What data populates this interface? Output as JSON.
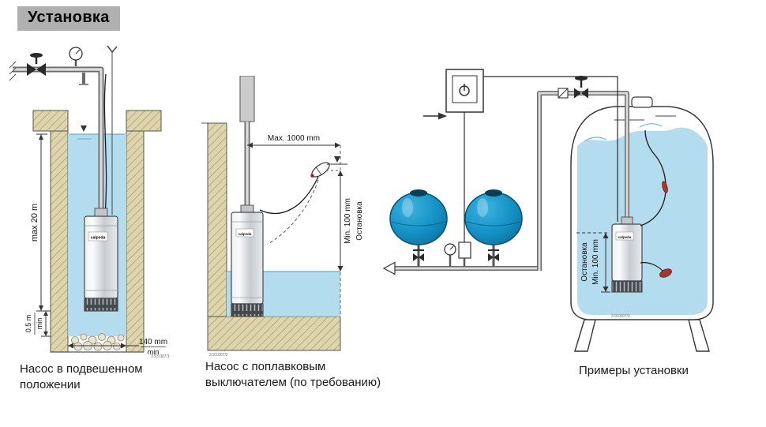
{
  "title": "Установка",
  "captions": {
    "fig1_line1": "Насос в подвешенном",
    "fig1_line2": "положении",
    "fig2_line1": "Насос с поплавковым",
    "fig2_line2": "выключателем (по требованию)",
    "fig3": "Примеры установки"
  },
  "fig1": {
    "dim_depth": "max 20 m",
    "dim_bottom_value": "0.5 m",
    "dim_bottom_unit": "min",
    "dim_width_value": "140 mm",
    "dim_width_unit": "min",
    "pump_brand": "calpeda",
    "ref": "3.93.007/1"
  },
  "fig2": {
    "dim_max": "Max. 1000 mm",
    "dim_min": "Min. 100 mm",
    "stop_label": "Остановка",
    "pump_brand": "calpeda",
    "ref": "3.93.007/2"
  },
  "fig3": {
    "dim_min": "Min. 100 mm",
    "stop_label": "Остановка",
    "pump_brand": "calpeda",
    "ref": "3.93.007/3"
  },
  "colors": {
    "water": "#b4dcef",
    "vessel_blue": "#1592c6",
    "hatch_sand": "#ded5ad",
    "float_red": "#a8362c",
    "title_bg": "#b0b0b0",
    "line": "#333333"
  }
}
